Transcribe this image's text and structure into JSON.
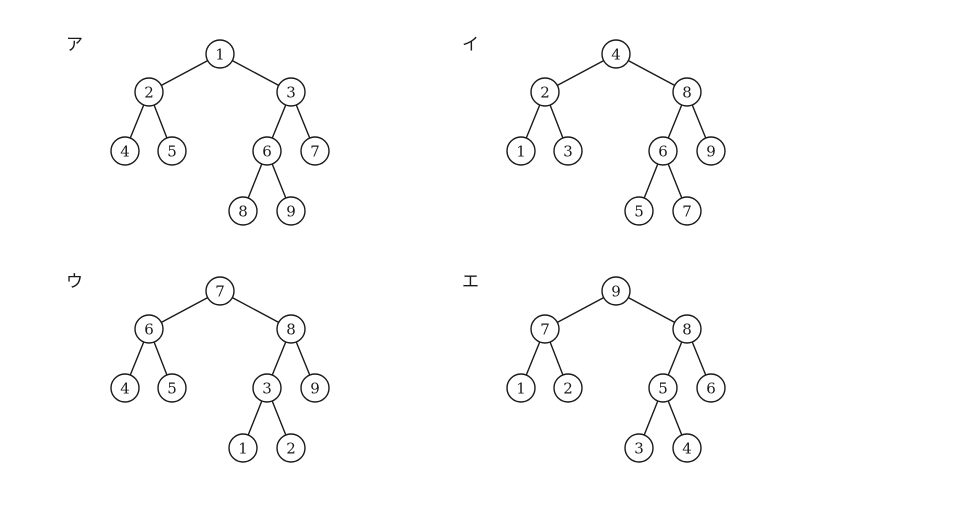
{
  "panels": [
    {
      "label": "ア",
      "nodes": [
        {
          "id": "n1",
          "value": "1"
        },
        {
          "id": "n2",
          "value": "2"
        },
        {
          "id": "n3",
          "value": "3"
        },
        {
          "id": "n4",
          "value": "4"
        },
        {
          "id": "n5",
          "value": "5"
        },
        {
          "id": "n6",
          "value": "6"
        },
        {
          "id": "n7",
          "value": "7"
        },
        {
          "id": "n8",
          "value": "8"
        },
        {
          "id": "n9",
          "value": "9"
        }
      ],
      "edges": [
        [
          "n1",
          "n2"
        ],
        [
          "n1",
          "n3"
        ],
        [
          "n2",
          "n4"
        ],
        [
          "n2",
          "n5"
        ],
        [
          "n3",
          "n6"
        ],
        [
          "n3",
          "n7"
        ],
        [
          "n6",
          "n8"
        ],
        [
          "n6",
          "n9"
        ]
      ]
    },
    {
      "label": "イ",
      "nodes": [
        {
          "id": "n1",
          "value": "4"
        },
        {
          "id": "n2",
          "value": "2"
        },
        {
          "id": "n3",
          "value": "8"
        },
        {
          "id": "n4",
          "value": "1"
        },
        {
          "id": "n5",
          "value": "3"
        },
        {
          "id": "n6",
          "value": "6"
        },
        {
          "id": "n7",
          "value": "9"
        },
        {
          "id": "n8",
          "value": "5"
        },
        {
          "id": "n9",
          "value": "7"
        }
      ],
      "edges": [
        [
          "n1",
          "n2"
        ],
        [
          "n1",
          "n3"
        ],
        [
          "n2",
          "n4"
        ],
        [
          "n2",
          "n5"
        ],
        [
          "n3",
          "n6"
        ],
        [
          "n3",
          "n7"
        ],
        [
          "n6",
          "n8"
        ],
        [
          "n6",
          "n9"
        ]
      ]
    },
    {
      "label": "ウ",
      "nodes": [
        {
          "id": "n1",
          "value": "7"
        },
        {
          "id": "n2",
          "value": "6"
        },
        {
          "id": "n3",
          "value": "8"
        },
        {
          "id": "n4",
          "value": "4"
        },
        {
          "id": "n5",
          "value": "5"
        },
        {
          "id": "n6",
          "value": "3"
        },
        {
          "id": "n7",
          "value": "9"
        },
        {
          "id": "n8",
          "value": "1"
        },
        {
          "id": "n9",
          "value": "2"
        }
      ],
      "edges": [
        [
          "n1",
          "n2"
        ],
        [
          "n1",
          "n3"
        ],
        [
          "n2",
          "n4"
        ],
        [
          "n2",
          "n5"
        ],
        [
          "n3",
          "n6"
        ],
        [
          "n3",
          "n7"
        ],
        [
          "n6",
          "n8"
        ],
        [
          "n6",
          "n9"
        ]
      ]
    },
    {
      "label": "エ",
      "nodes": [
        {
          "id": "n1",
          "value": "9"
        },
        {
          "id": "n2",
          "value": "7"
        },
        {
          "id": "n3",
          "value": "8"
        },
        {
          "id": "n4",
          "value": "1"
        },
        {
          "id": "n5",
          "value": "2"
        },
        {
          "id": "n6",
          "value": "5"
        },
        {
          "id": "n7",
          "value": "6"
        },
        {
          "id": "n8",
          "value": "3"
        },
        {
          "id": "n9",
          "value": "4"
        }
      ],
      "edges": [
        [
          "n1",
          "n2"
        ],
        [
          "n1",
          "n3"
        ],
        [
          "n2",
          "n4"
        ],
        [
          "n2",
          "n5"
        ],
        [
          "n3",
          "n6"
        ],
        [
          "n3",
          "n7"
        ],
        [
          "n6",
          "n8"
        ],
        [
          "n6",
          "n9"
        ]
      ]
    }
  ]
}
